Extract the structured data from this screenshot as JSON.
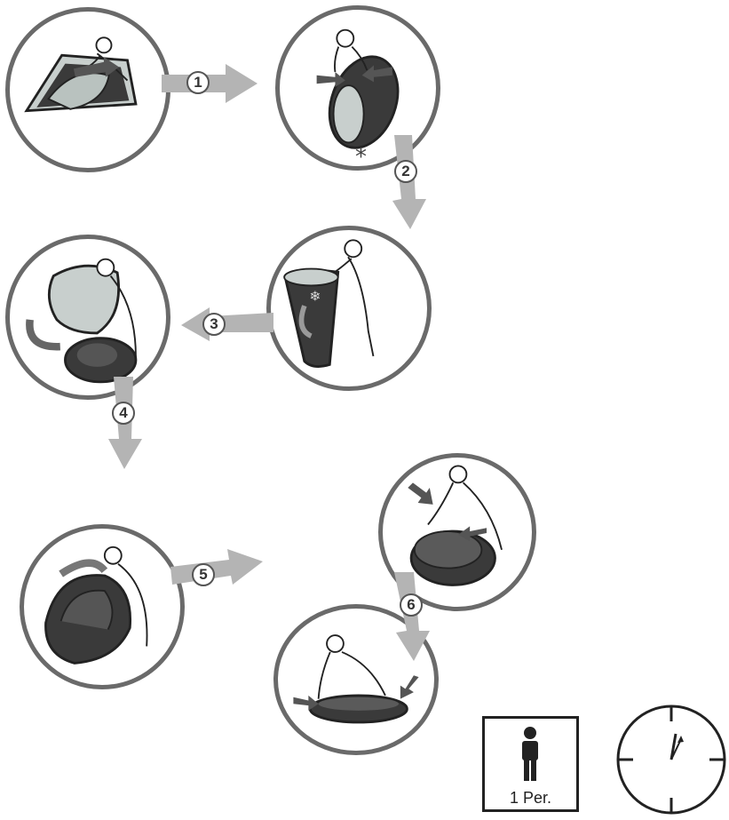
{
  "steps": [
    {
      "number": "1"
    },
    {
      "number": "2"
    },
    {
      "number": "3"
    },
    {
      "number": "4"
    },
    {
      "number": "5"
    },
    {
      "number": "6"
    }
  ],
  "marker": "*",
  "persons": {
    "label": "1 Per."
  },
  "colors": {
    "outline": "#6a6a6a",
    "arrow": "#b4b4b4",
    "fabric_dark": "#3a3a3a",
    "fabric_light": "#c8cfcd",
    "ink": "#222222"
  },
  "icons": [
    "person-icon",
    "clock-icon"
  ]
}
